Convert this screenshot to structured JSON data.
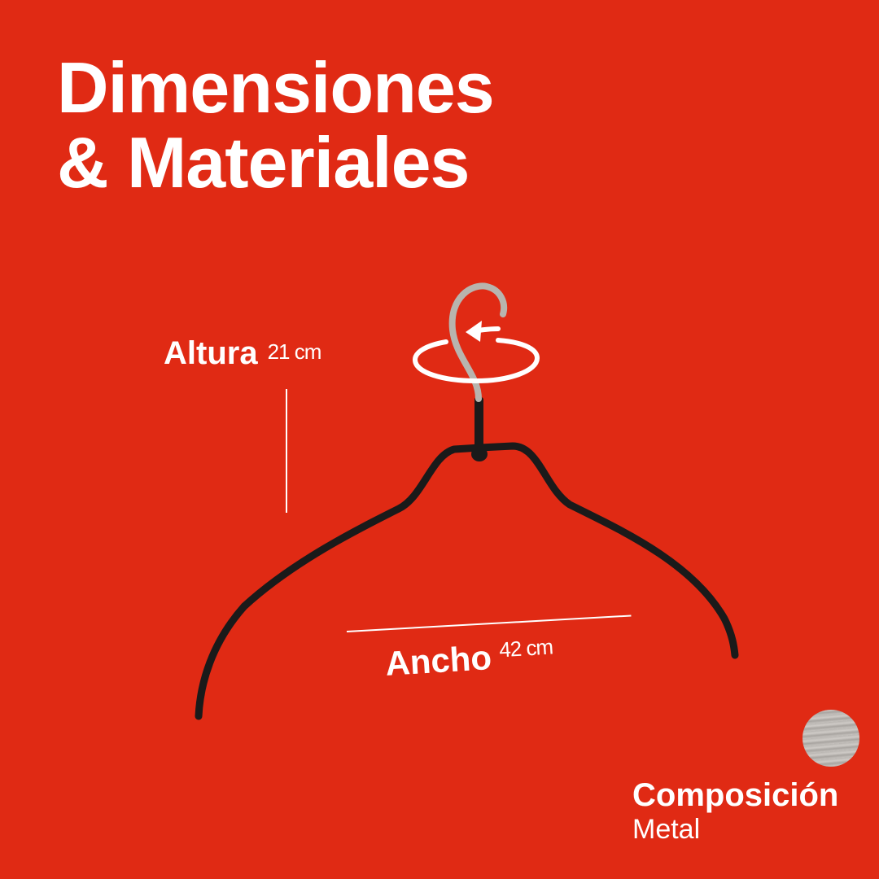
{
  "title": {
    "line1": "Dimensiones",
    "line2": "& Materiales"
  },
  "dimensions": {
    "height": {
      "label": "Altura",
      "value": "21 cm"
    },
    "width": {
      "label": "Ancho",
      "value": "42 cm"
    }
  },
  "composition": {
    "label": "Composición",
    "value": "Metal"
  },
  "colors": {
    "background": "#e02a14",
    "text": "#ffffff",
    "hanger": "#1a1a1a",
    "hook": "#b8b4ae"
  },
  "icons": [
    "hanger-image",
    "rotate-arrow-icon",
    "metal-swatch-icon"
  ]
}
